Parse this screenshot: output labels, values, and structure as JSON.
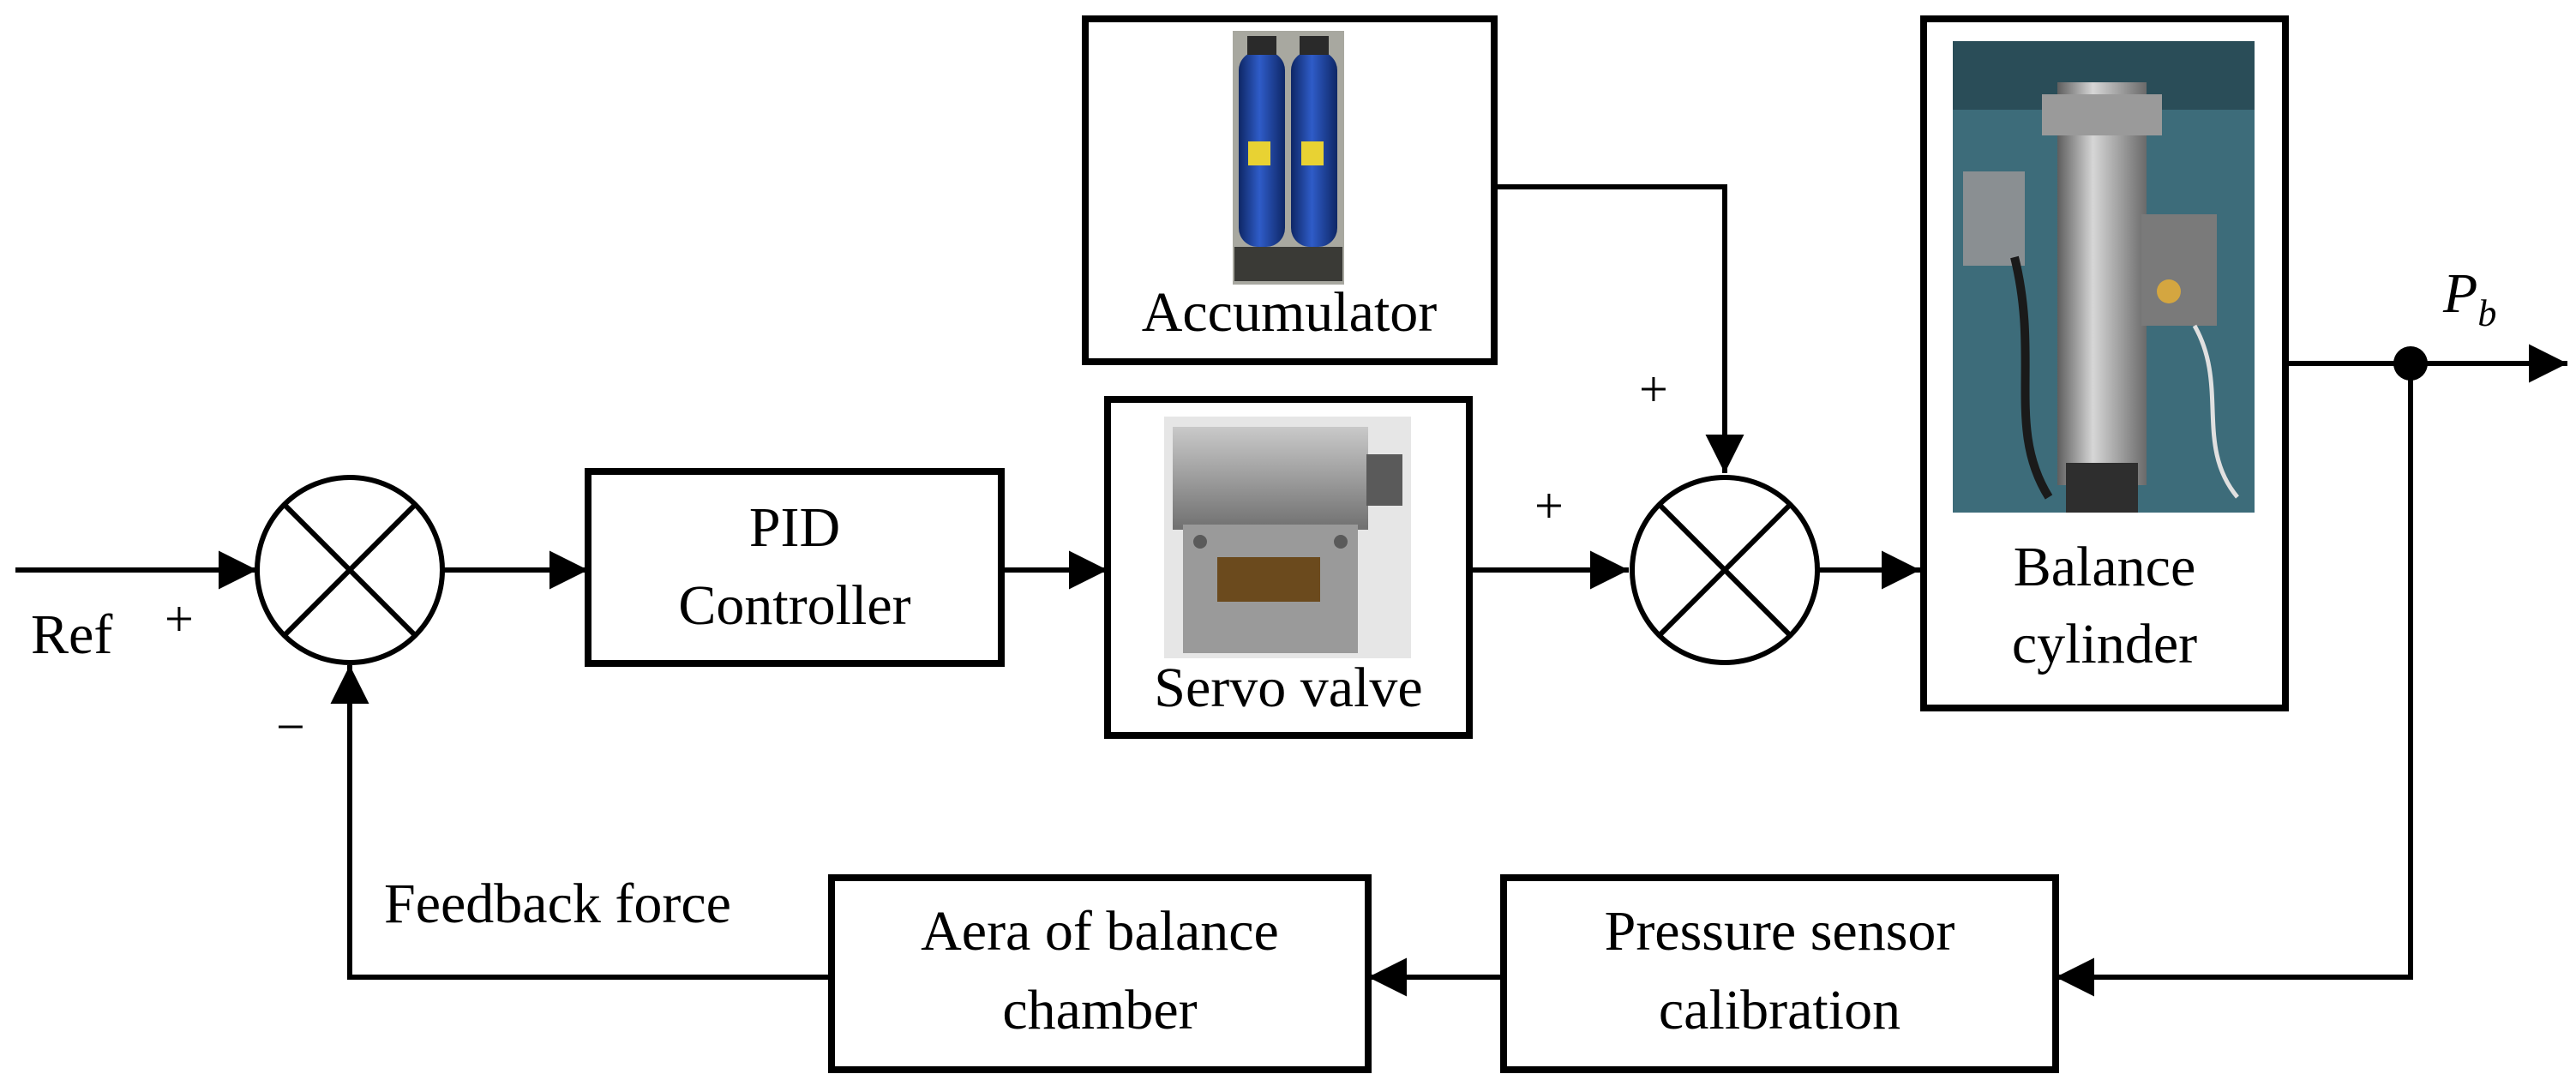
{
  "blocks": {
    "accumulator": "Accumulator",
    "servo_valve": "Servo valve",
    "pid_line1": "PID",
    "pid_line2": "Controller",
    "balance_line1": "Balance",
    "balance_line2": "cylinder",
    "aera_line1": "Aera of balance",
    "aera_line2": "chamber",
    "pressure_line1": "Pressure sensor",
    "pressure_line2": "calibration"
  },
  "signals": {
    "ref": "Ref",
    "ref_sign": "+",
    "feedback_sign": "−",
    "servo_sign": "+",
    "accumulator_sign": "+",
    "feedback_force": "Feedback force",
    "output_symbol": "P",
    "output_subscript": "b"
  },
  "icons": {
    "accumulator": "accumulator-photo-icon",
    "servo_valve": "servo-valve-photo-icon",
    "balance_cylinder": "balance-cylinder-photo-icon"
  },
  "colors": {
    "accumulator_body": "#1d3f9a",
    "valve_body": "#8f8f8f",
    "cylinder_body": "#8a8a8a"
  }
}
